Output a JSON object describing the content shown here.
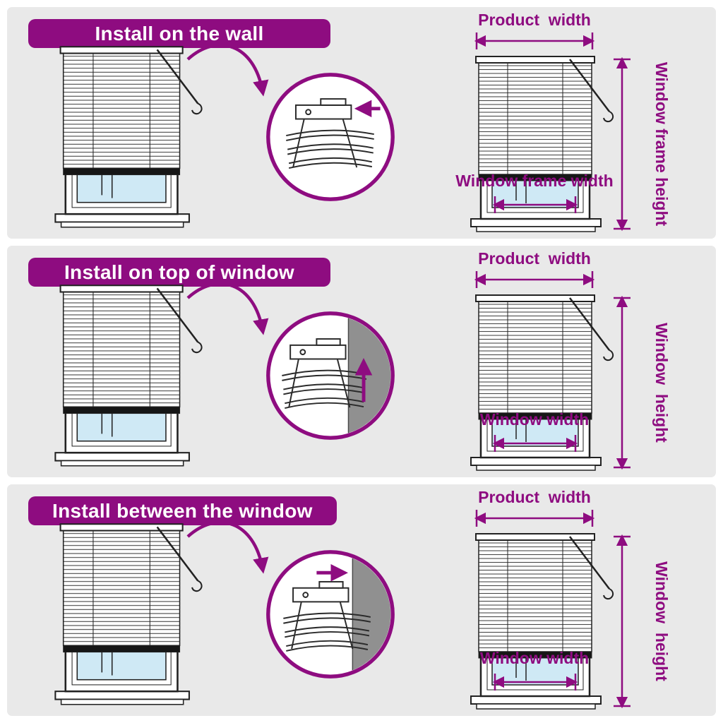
{
  "colors": {
    "purple": "#8e0c80",
    "panel_background": "#e9e9e9",
    "glass_blue": "#cfe9f5",
    "line_art": "#222222",
    "wall_gray": "#909090",
    "banner_text": "#ffffff"
  },
  "panels": [
    {
      "title": "Install on the wall",
      "product_width": "Product  width",
      "height_label": "Window frame height",
      "width_label": "Window frame width",
      "detail_variant": "arrow-left-into-bracket"
    },
    {
      "title": "Install on top of window",
      "product_width": "Product  width",
      "height_label": "Window  height",
      "width_label": "Window width",
      "detail_variant": "arrow-up-against-frame"
    },
    {
      "title": "Install between the window",
      "product_width": "Product  width",
      "height_label": "Window  height",
      "width_label": "Window width",
      "detail_variant": "arrow-right-into-frame"
    }
  ]
}
